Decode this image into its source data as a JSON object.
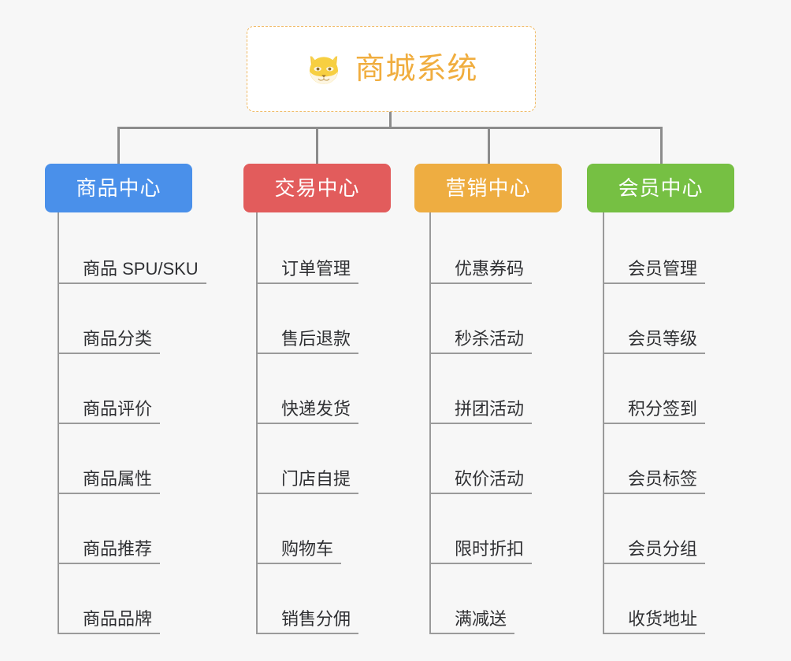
{
  "background": "#f7f7f7",
  "root": {
    "title": "商城系统",
    "icon": "shiba-dog-icon",
    "text_color": "#f0ad3e",
    "border_color": "#f0b860",
    "fill_color": "#ffffff"
  },
  "connector_color": "#8c8c8c",
  "columns": [
    {
      "id": "product-center",
      "label": "商品中心",
      "color": "#4a90ea",
      "items": [
        "商品 SPU/SKU",
        "商品分类",
        "商品评价",
        "商品属性",
        "商品推荐",
        "商品品牌"
      ]
    },
    {
      "id": "trade-center",
      "label": "交易中心",
      "color": "#e25c5c",
      "items": [
        "订单管理",
        "售后退款",
        "快递发货",
        "门店自提",
        "购物车",
        "销售分佣"
      ]
    },
    {
      "id": "marketing-center",
      "label": "营销中心",
      "color": "#eead41",
      "items": [
        "优惠券码",
        "秒杀活动",
        "拼团活动",
        "砍价活动",
        "限时折扣",
        "满减送"
      ]
    },
    {
      "id": "member-center",
      "label": "会员中心",
      "color": "#76c043",
      "items": [
        "会员管理",
        "会员等级",
        "积分签到",
        "会员标签",
        "会员分组",
        "收货地址"
      ]
    }
  ]
}
